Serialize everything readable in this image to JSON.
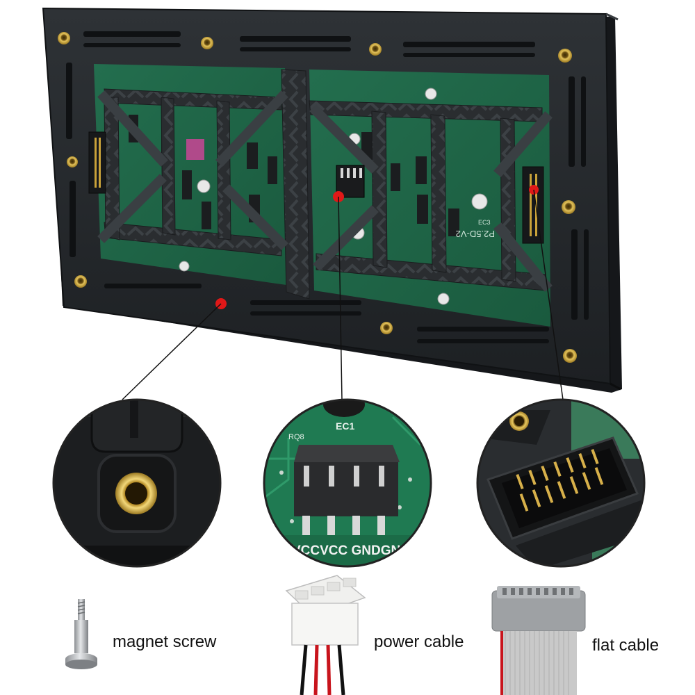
{
  "callouts": {
    "hole": {
      "name": "magnet-hole"
    },
    "power": {
      "name": "power-connector",
      "pin_label": "VCCVCC GNDGN",
      "ref_top": "EC1",
      "ref_side": "RQ8"
    },
    "data": {
      "name": "hub-connector"
    }
  },
  "accessories": {
    "magnet_screw": "magnet screw",
    "power_cable": "power cable",
    "flat_cable": "flat cable"
  },
  "board_marks": {
    "ec3": "EC3",
    "code": "P2.5D-V2"
  },
  "colors": {
    "frame": "#26292c",
    "pcb": "#1f6a4a",
    "brass": "#c9a23a",
    "marker": "#e01818",
    "wire_red": "#c8141c",
    "wire_black": "#111111",
    "ribbon": "#c9c9c9"
  }
}
